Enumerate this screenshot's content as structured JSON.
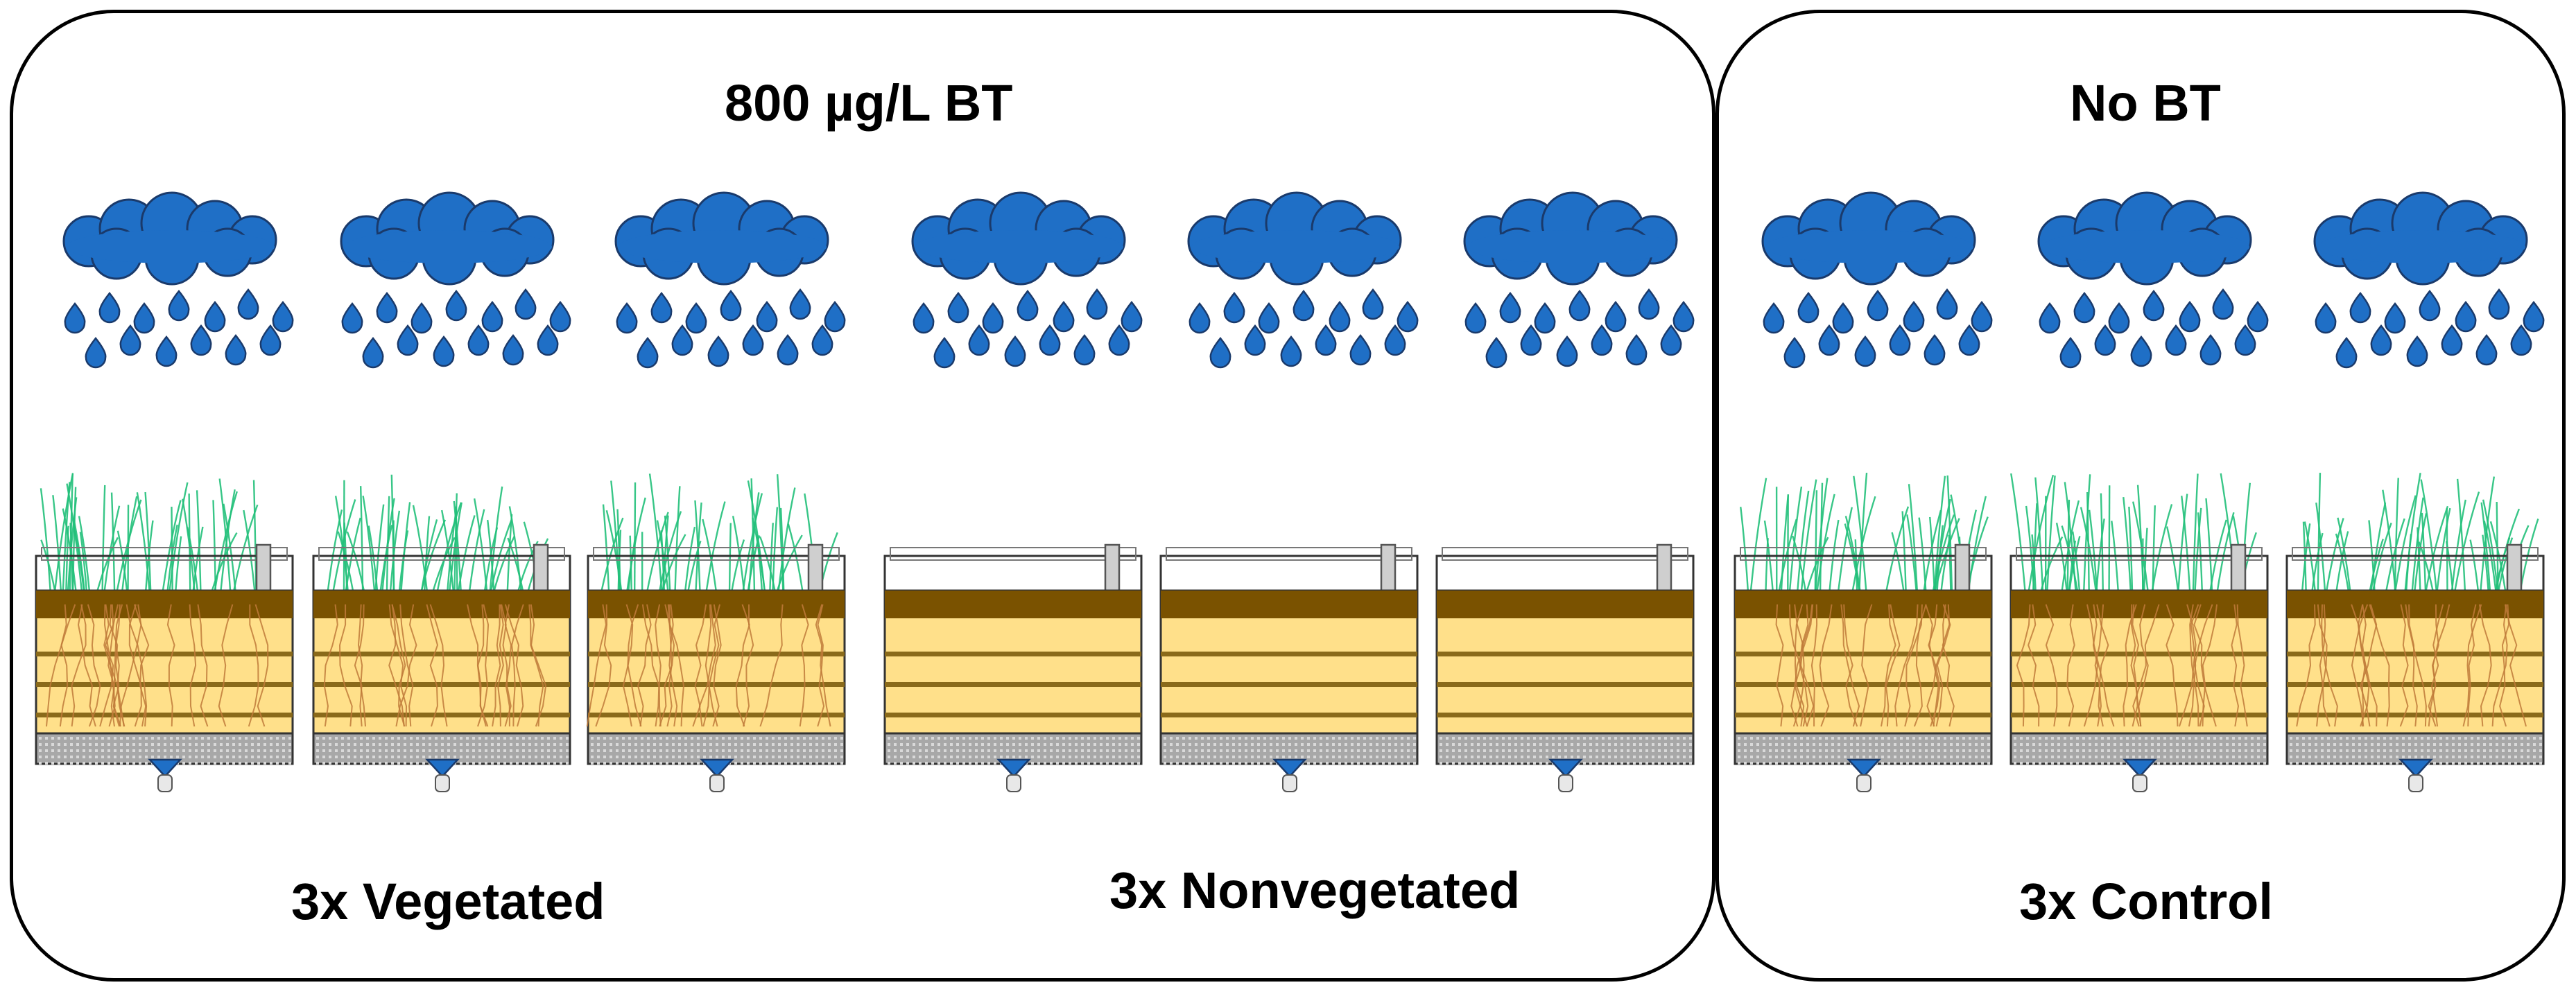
{
  "groups": {
    "treated": {
      "title": "800 µg/L BT"
    },
    "untreated": {
      "title": "No BT"
    }
  },
  "treatments": {
    "vegetated": "3x Vegetated",
    "nonvegetated": "3x Nonvegetated",
    "control": "3x Control"
  },
  "colors": {
    "cloud": "#1f6fc6",
    "drop": "#1f6fc6",
    "outline": "#1a3a6b",
    "soil_top": "#7a5200",
    "soil_fill": "#ffe08a",
    "soil_band": "#8a6a1a",
    "gravel": "#a8a8a8",
    "grass": "#22c07a",
    "roots": "#c07a3a"
  },
  "units": [
    {
      "group": "treated",
      "treatment": "vegetated",
      "plants": true
    },
    {
      "group": "treated",
      "treatment": "vegetated",
      "plants": true
    },
    {
      "group": "treated",
      "treatment": "vegetated",
      "plants": true
    },
    {
      "group": "treated",
      "treatment": "nonvegetated",
      "plants": false
    },
    {
      "group": "treated",
      "treatment": "nonvegetated",
      "plants": false
    },
    {
      "group": "treated",
      "treatment": "nonvegetated",
      "plants": false
    },
    {
      "group": "untreated",
      "treatment": "control",
      "plants": true
    },
    {
      "group": "untreated",
      "treatment": "control",
      "plants": true
    },
    {
      "group": "untreated",
      "treatment": "control",
      "plants": true
    }
  ]
}
